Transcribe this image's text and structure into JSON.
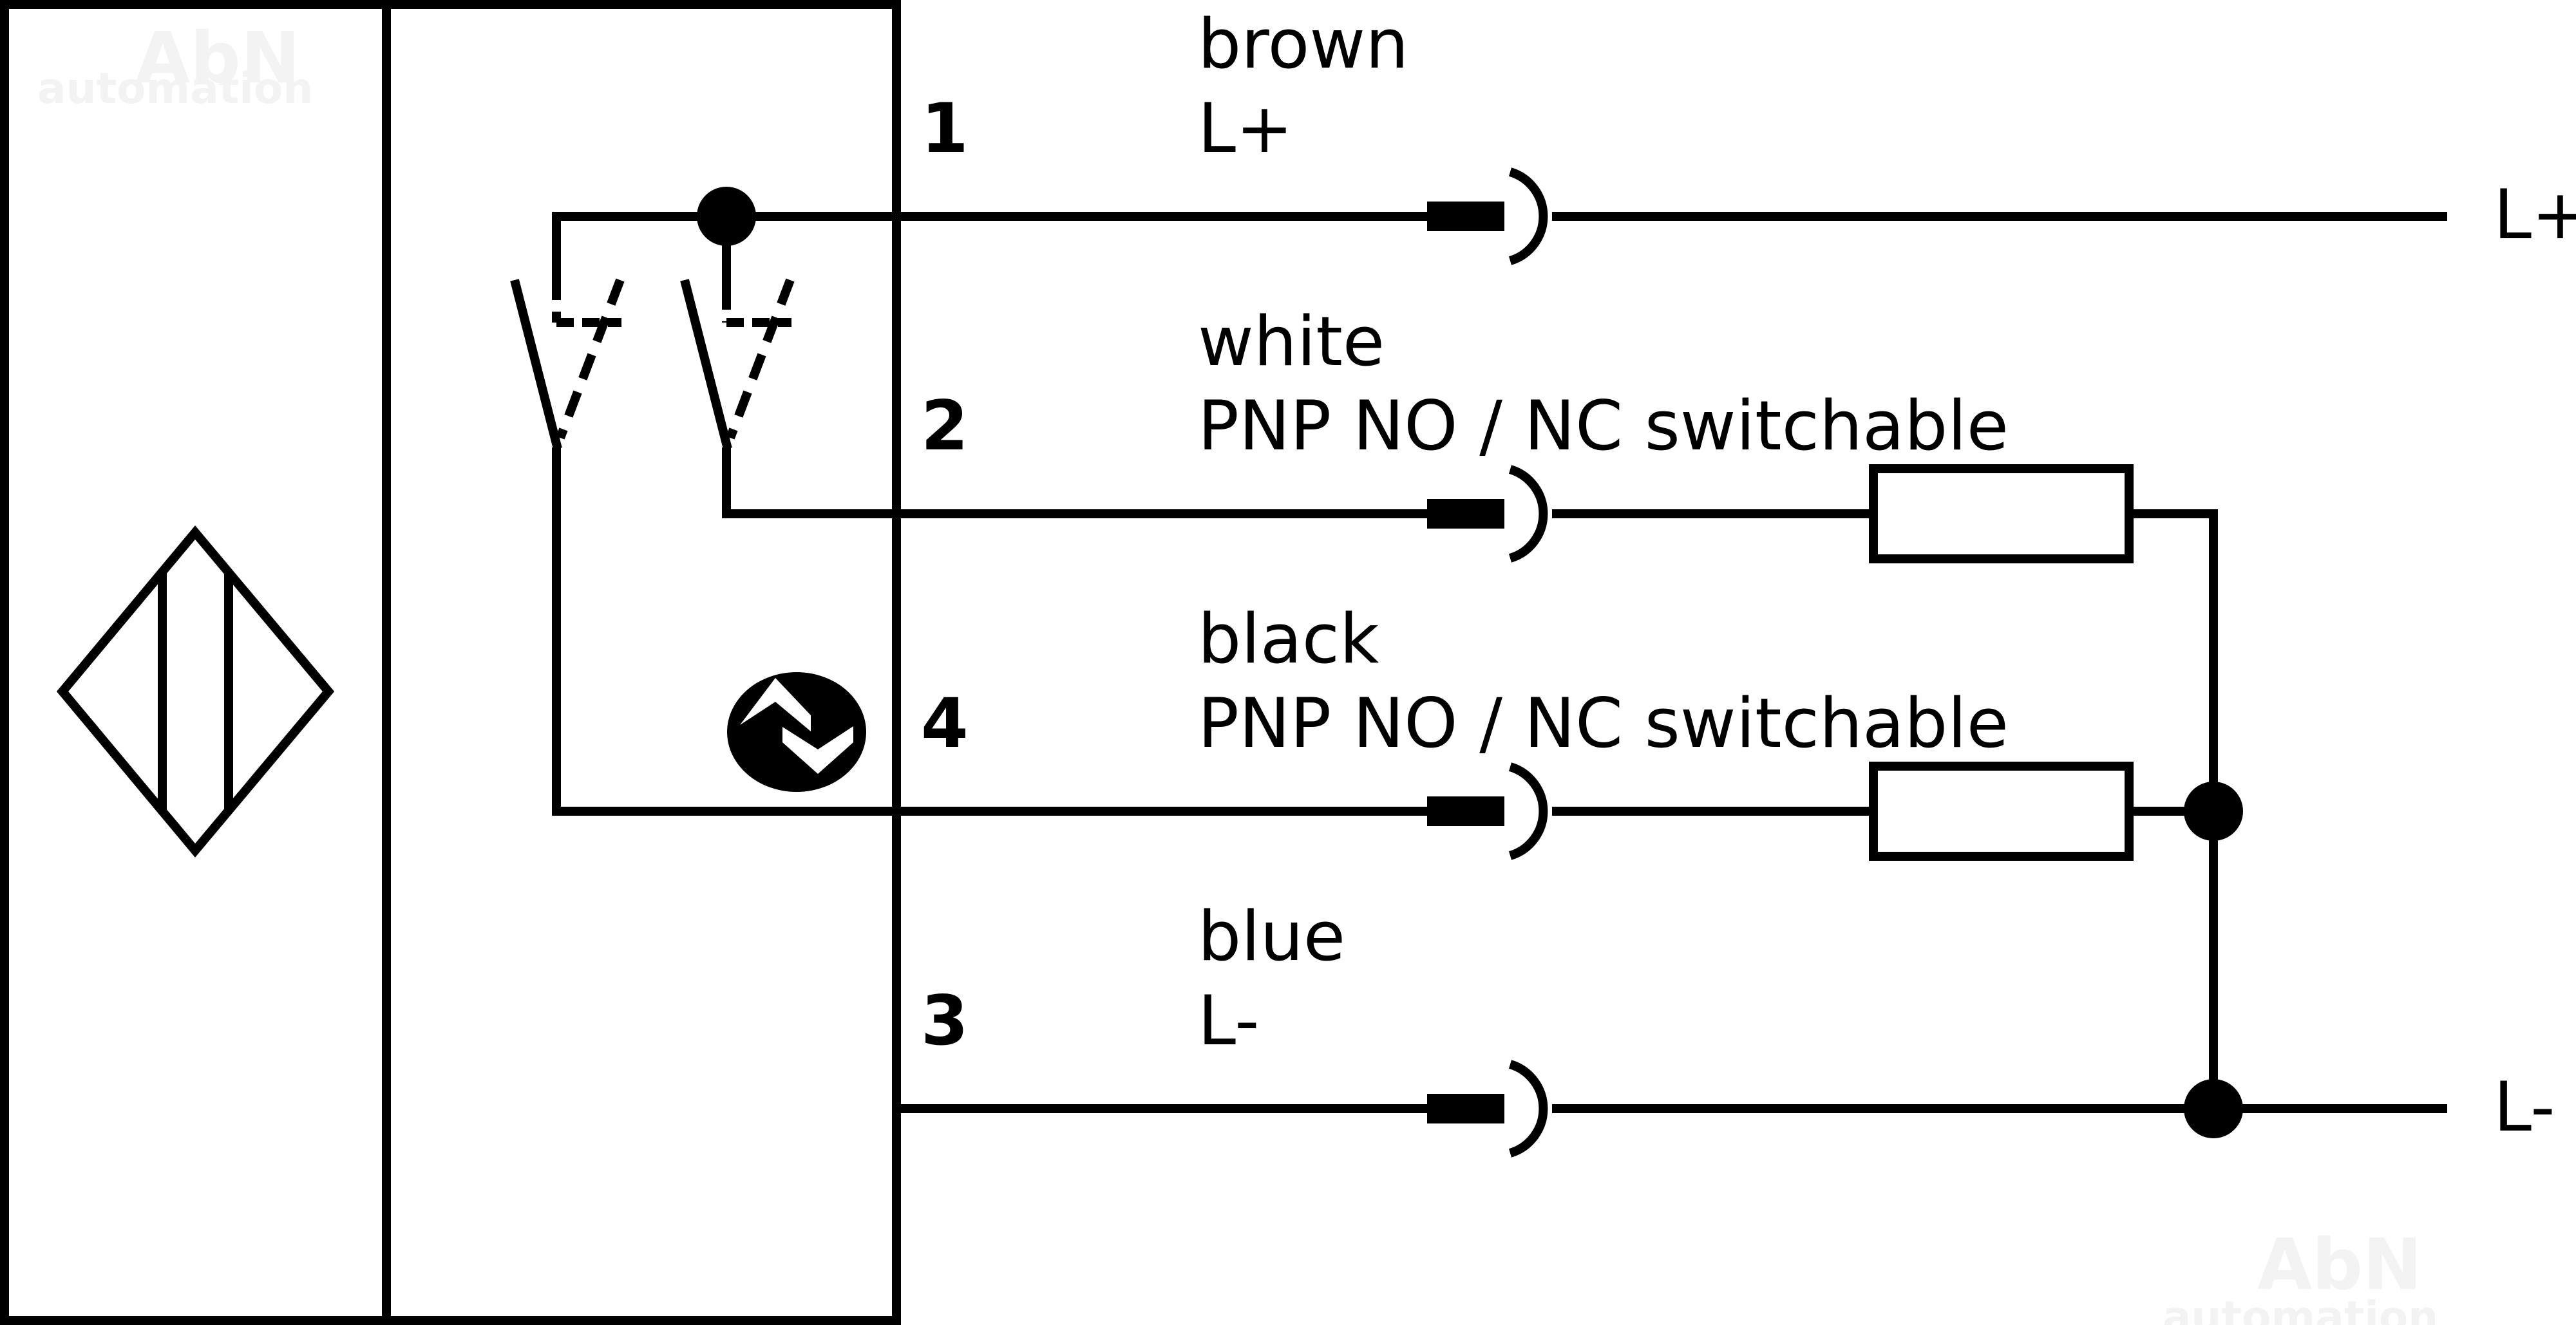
{
  "diagram": {
    "title": "Inductive sensor wiring diagram - PNP NO/NC switchable, 4-wire",
    "watermark": {
      "line1": "AbN",
      "line2": "automation"
    },
    "sensor_symbol": "inductive-sensor-icon",
    "programming_symbol": "programmable-output-icon",
    "wires": [
      {
        "pin": "1",
        "color": "brown",
        "function": "L+",
        "load": false
      },
      {
        "pin": "2",
        "color": "white",
        "function": "PNP NO / NC switchable",
        "load": true
      },
      {
        "pin": "4",
        "color": "black",
        "function": "PNP NO / NC switchable",
        "load": true
      },
      {
        "pin": "3",
        "color": "blue",
        "function": "L-",
        "load": false
      }
    ],
    "supply": {
      "positive": "L+",
      "negative": "L-"
    },
    "colors": {
      "line": "#000000",
      "background": "#ffffff",
      "watermark": "#f3f3f3"
    }
  }
}
